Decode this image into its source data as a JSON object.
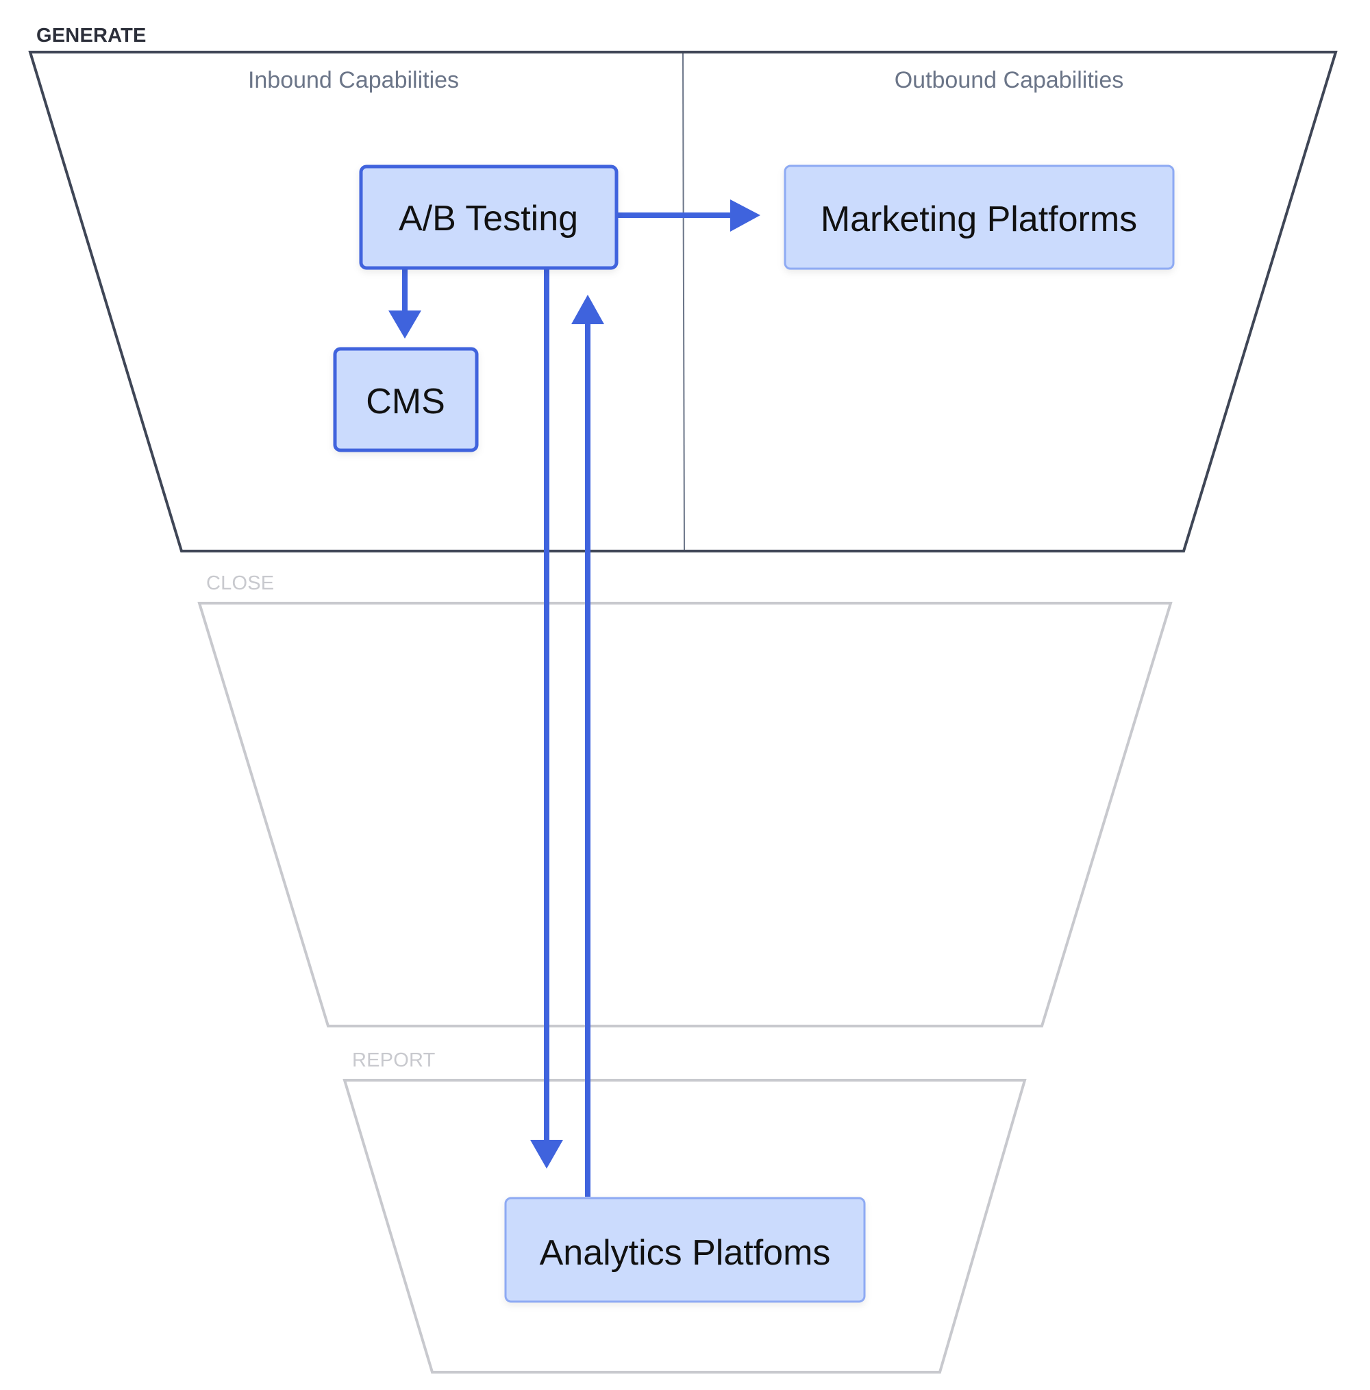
{
  "diagram": {
    "colors": {
      "active_stage": "#3f4656",
      "inactive_stage": "#c8c9ce",
      "column_label": "#6b7588",
      "node_fill": "#cbdbfd",
      "node_border_active": "#3f63dd",
      "node_border_soft": "#8eaaf3",
      "arrow": "#3f63dd",
      "text": "#111111"
    },
    "stages": [
      {
        "id": "generate",
        "label": "GENERATE",
        "active": true
      },
      {
        "id": "close",
        "label": "CLOSE",
        "active": false
      },
      {
        "id": "report",
        "label": "REPORT",
        "active": false
      }
    ],
    "columns": [
      {
        "label": "Inbound Capabilities"
      },
      {
        "label": "Outbound Capabilities"
      }
    ],
    "nodes": [
      {
        "id": "ab_testing",
        "label": "A/B Testing",
        "stage": "generate",
        "column": "Inbound Capabilities",
        "selected": true
      },
      {
        "id": "cms",
        "label": "CMS",
        "stage": "generate",
        "column": "Inbound Capabilities",
        "selected": true
      },
      {
        "id": "marketing_platforms",
        "label": "Marketing Platforms",
        "stage": "generate",
        "column": "Outbound Capabilities",
        "selected": false
      },
      {
        "id": "analytics_platforms",
        "label": "Analytics Platfoms",
        "stage": "report",
        "selected": false
      }
    ],
    "edges": [
      {
        "from": "ab_testing",
        "to": "marketing_platforms"
      },
      {
        "from": "ab_testing",
        "to": "cms"
      },
      {
        "from": "ab_testing",
        "to": "analytics_platforms"
      },
      {
        "from": "analytics_platforms",
        "to": "ab_testing"
      }
    ]
  }
}
